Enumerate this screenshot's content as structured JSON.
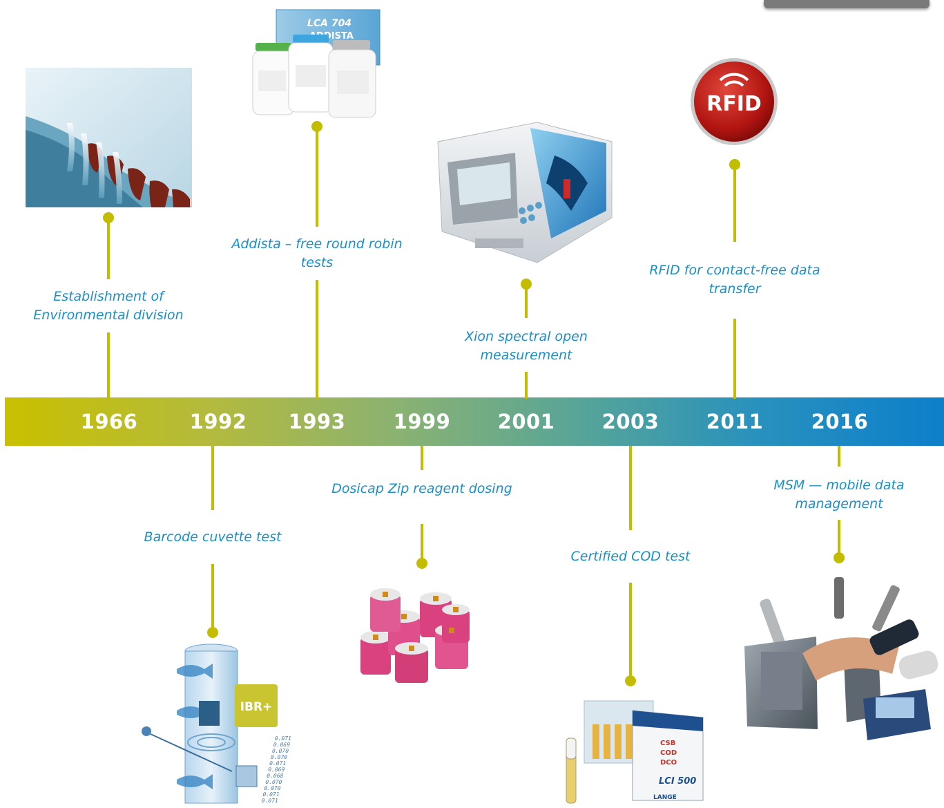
{
  "timeline": {
    "colors": {
      "band_start": "#c9c000",
      "band_end": "#0d7fcb",
      "connector": "#c2bd00",
      "label": "#1b8fc8"
    },
    "milestones": [
      {
        "year": "1966",
        "caption": "Establishment of Environmental division",
        "position": "above",
        "image": "water-weir-image"
      },
      {
        "year": "1992",
        "caption": "Barcode cuvette test",
        "position": "below",
        "image": "barcode-cuvette-image"
      },
      {
        "year": "1993",
        "caption": "Addista – free round robin tests",
        "position": "above",
        "image": "addista-kit-image"
      },
      {
        "year": "1999",
        "caption": "Dosicap Zip reagent dosing",
        "position": "below",
        "image": "dosicap-reagents-image"
      },
      {
        "year": "2001",
        "caption": "Xion spectral open measurement",
        "position": "above",
        "image": "spectrophotometer-image"
      },
      {
        "year": "2003",
        "caption": "Certified COD test",
        "position": "below",
        "image": "cod-test-kit-image"
      },
      {
        "year": "2011",
        "caption": "RFID for contact-free data transfer",
        "position": "above",
        "image": "rfid-badge-image"
      },
      {
        "year": "2016",
        "caption": "MSM — mobile data management",
        "position": "below",
        "image": "mobile-data-image"
      }
    ]
  },
  "images": {
    "addista_box": {
      "brand": "ADDISTA",
      "model": "LCA 704"
    },
    "rfid_badge": {
      "text": "RFID"
    },
    "barcode_tag": {
      "text": "IBR+"
    },
    "barcode_readings": [
      "0.071",
      "0.069",
      "0.070",
      "0.070",
      "0.071",
      "0.069",
      "0.068",
      "0.070",
      "0.070",
      "0.071",
      "0.071"
    ],
    "cod_box": {
      "lines": [
        "CSB",
        "COD",
        "DCO"
      ],
      "model": "LCI 500",
      "brand": "LANGE"
    }
  }
}
